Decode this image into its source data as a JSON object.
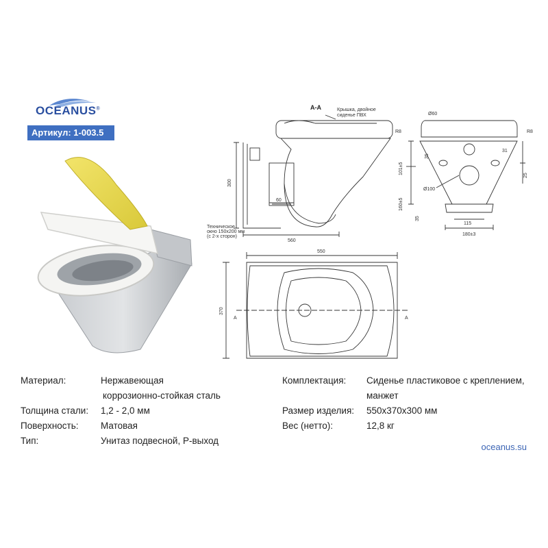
{
  "brand": {
    "logo_text": "OCEANUS",
    "article": "Артикул: 1-003.5",
    "website": "oceanus.su"
  },
  "drawing_labels": {
    "section": "A-A",
    "lid_note_1": "Крышка, двойное",
    "lid_note_2": "сиденье ПВХ",
    "window_note_1": "Техническое",
    "window_note_2": "окно 150х200 мм",
    "window_note_3": "(с 2-х сторон)",
    "dim_300": "300",
    "dim_60": "60",
    "dim_560": "560",
    "dim_r8_a": "R8",
    "dim_phi60": "Ø60",
    "dim_r8_b": "R8",
    "dim_31": "31",
    "dim_35_a": "35",
    "dim_101": "101±5",
    "dim_25": "25",
    "dim_phi100": "Ø100",
    "dim_160": "160±5",
    "dim_35_b": "35",
    "dim_115": "115",
    "dim_180": "180±3",
    "dim_550": "550",
    "dim_370": "370",
    "section_mark_left": "A",
    "section_mark_right": "A"
  },
  "specs_left": [
    {
      "label": "Материал:",
      "value": "Нержавеющая",
      "value2": "коррозионно-стойкая сталь"
    },
    {
      "label": "Толщина стали:",
      "value": "1,2 - 2,0 мм"
    },
    {
      "label": "Поверхность:",
      "value": "Матовая"
    },
    {
      "label": "Тип:",
      "value": "Унитаз подвесной, Р-выход"
    }
  ],
  "specs_right": [
    {
      "label": "Комплектация:",
      "value": "Сиденье пластиковое с креплением,",
      "value2": "манжет"
    },
    {
      "label": "Размер изделия:",
      "value": "550х370х300 мм"
    },
    {
      "label": "Вес (нетто):",
      "value": "12,8 кг"
    }
  ],
  "colors": {
    "brand_blue": "#3f6fc1",
    "seat_yellow": "#e8d84a",
    "steel": "#b9bcc0"
  }
}
